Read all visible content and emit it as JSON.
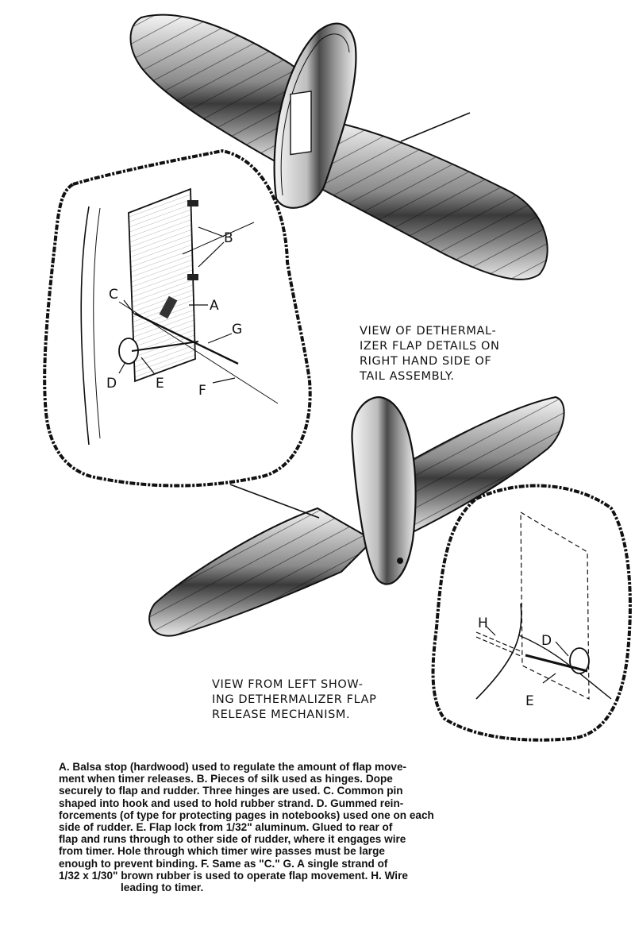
{
  "callouts": {
    "a": "A",
    "b": "B",
    "c": "C",
    "d": "D",
    "e": "E",
    "f": "F",
    "g": "G",
    "h": "H",
    "d2": "D",
    "e2": "E"
  },
  "captions": {
    "top": [
      "VIEW OF DETHERMAL-",
      "IZER FLAP DETAILS ON",
      "RIGHT HAND SIDE OF",
      "TAIL ASSEMBLY."
    ],
    "bottom": [
      "VIEW FROM LEFT SHOW-",
      "ING DETHERMALIZER FLAP",
      "RELEASE MECHANISM."
    ]
  },
  "legend_lines": [
    "A. Balsa stop (hardwood) used to regulate the amount of flap movement when timer releases.",
    "B. Pieces of silk used as hinges. Dope securely to flap and rudder. Three hinges are used.",
    "C. Common pin shaped into hook and used to hold rubber strand.",
    "D. Gummed reinforcements (of type for protecting pages in notebooks) used one on each side of rudder.",
    "E. Flap lock from 1/32\" aluminum. Glued to rear of flap and runs through to other side of rudder, where it engages wire from timer. Hole through which timer wire passes must be large enough to prevent binding.",
    "F. Same as \"C.\"",
    "G. A single strand of 1/32 x 1/30\" brown rubber is used to operate flap movement.",
    "H. Wire leading to timer."
  ],
  "legend_rendered": [
    "A. Balsa stop (hardwood) used to regulate the amount of flap move-",
    "ment when timer releases.  B. Pieces of silk used as hinges.  Dope",
    "securely to flap and rudder.  Three hinges are used.  C. Common pin",
    "shaped into hook and used to hold rubber strand.  D. Gummed rein-",
    "forcements (of type for protecting pages in notebooks) used one on each",
    "side of rudder.  E. Flap lock from 1/32\" aluminum.  Glued to rear of",
    "flap and runs through to other side of rudder, where it engages wire",
    "from timer.  Hole through which timer wire passes must be large",
    "enough to prevent binding.  F. Same as \"C.\"  G. A single strand of",
    "1/32 x 1/30\" brown rubber is used to operate flap movement.  H. Wire",
    "leading to timer."
  ]
}
